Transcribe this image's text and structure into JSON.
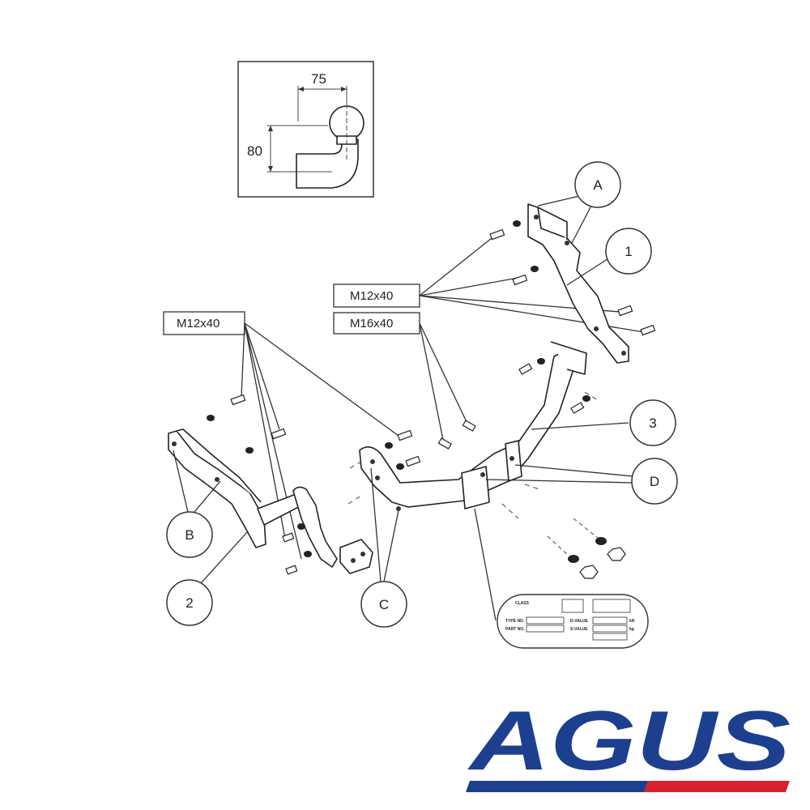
{
  "inset": {
    "dim_width": "75",
    "dim_height": "80"
  },
  "bolt_labels": {
    "left_m12": "M12x40",
    "right_m12": "M12x40",
    "right_m16": "M16x40"
  },
  "callouts": {
    "A": "A",
    "B": "B",
    "C": "C",
    "D": "D",
    "one": "1",
    "two": "2",
    "three": "3"
  },
  "plate": {
    "class": "CLASS",
    "type_no": "TYPE NO.",
    "part_no": "PART NO.",
    "d_value": "D-VALUE",
    "s_value": "S-VALUE",
    "kn": "kN",
    "kg": "kg"
  },
  "brand": {
    "name": "AGUS",
    "primary_color": "#1d3f8f",
    "accent_color": "#d8202f"
  }
}
